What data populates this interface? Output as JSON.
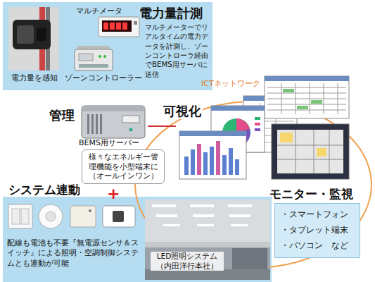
{
  "diagram": {
    "nodes": [
      {
        "text": [
          "電力量計測",
          "マルチメーターでリアルタイムの電力データを計測し、ゾーンコントローラ経由でBEMS用サーバに送信"
        ]
      },
      {
        "text": [
          "管理",
          "BEMS用サーバー"
        ]
      },
      {
        "text": [
          "様々なエネルギー管理機能を小型端末に（オールインワン）"
        ]
      },
      {
        "text": [
          "可視化"
        ]
      },
      {
        "text": [
          "モニター・監視",
          "・スマートフォン",
          "・タブレット端末",
          "・パソコン　など"
        ]
      },
      {
        "text": [
          "システム連動",
          "配線も電池も不要『無電源センサ＆スイッチ』による照明・空調制御システムとも連動が可能"
        ]
      }
    ],
    "edges": [
      {
        "from": 1,
        "to": 3,
        "arrow": "none"
      }
    ],
    "labels": [
      "マルチメータ",
      "電力量を感知",
      "ゾーンコントローラー",
      "ICTネットワーク",
      "+",
      "LED照明システム（内田洋行本社）"
    ]
  }
}
